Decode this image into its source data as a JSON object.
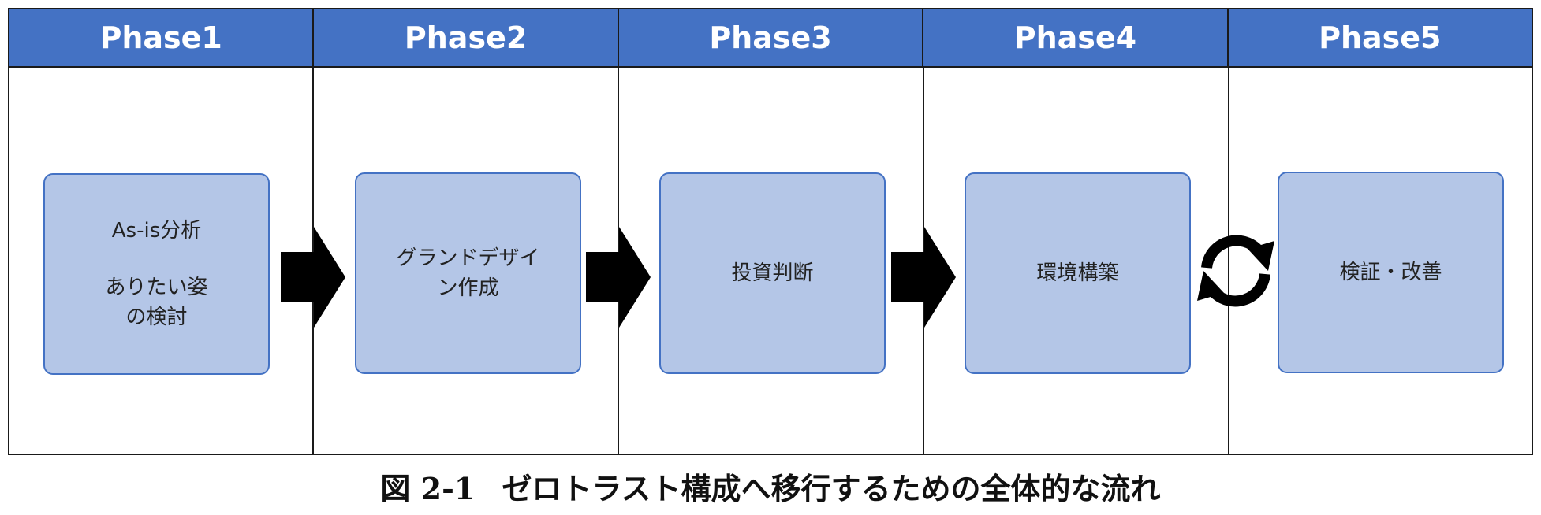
{
  "phases": [
    {
      "header": "Phase1",
      "box_lines": [
        "As-is分析",
        "",
        "ありたい姿",
        "の検討"
      ]
    },
    {
      "header": "Phase2",
      "box_lines": [
        "グランドデザイ",
        "ン作成"
      ]
    },
    {
      "header": "Phase3",
      "box_lines": [
        "投資判断"
      ]
    },
    {
      "header": "Phase4",
      "box_lines": [
        "環境構築"
      ]
    },
    {
      "header": "Phase5",
      "box_lines": [
        "検証・改善"
      ]
    }
  ],
  "caption": {
    "figure_number": "図 2-1",
    "text": "ゼロトラスト構成へ移行するための全体的な流れ"
  },
  "colors": {
    "header_bg": "#4472c4",
    "box_fill": "#b4c6e7",
    "box_border": "#4472c4",
    "arrow": "#000000"
  },
  "icons": {
    "forward_arrow": "arrow-right-icon",
    "cycle": "refresh-cycle-icon"
  }
}
